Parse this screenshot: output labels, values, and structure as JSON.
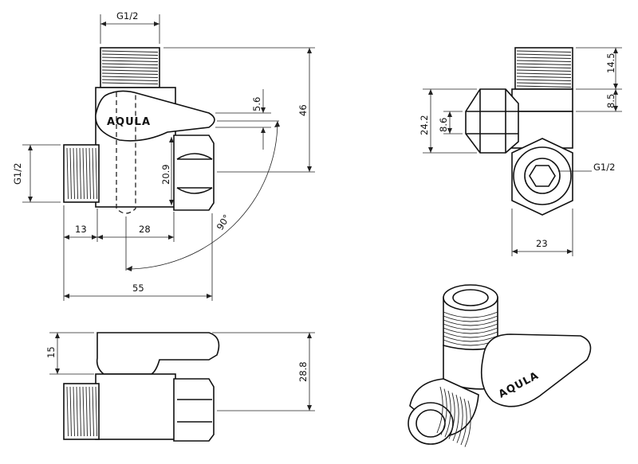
{
  "brand": "AQULA",
  "front_view": {
    "top_thread": "G1/2",
    "left_thread": "G1/2",
    "height_total": "46",
    "handle_offset": "5.6",
    "center_height": "20.9",
    "thread_length": "13",
    "body_length": "28",
    "overall_length": "55",
    "rotation_angle": "90°"
  },
  "side_view": {
    "top_thread_length": "14.5",
    "collar": "8.5",
    "handle_height": "24.2",
    "handle_tip": "8.6",
    "outlet_thread": "G1/2",
    "width": "23"
  },
  "bottom_view": {
    "handle_thickness": "15",
    "total_height": "28.8"
  }
}
